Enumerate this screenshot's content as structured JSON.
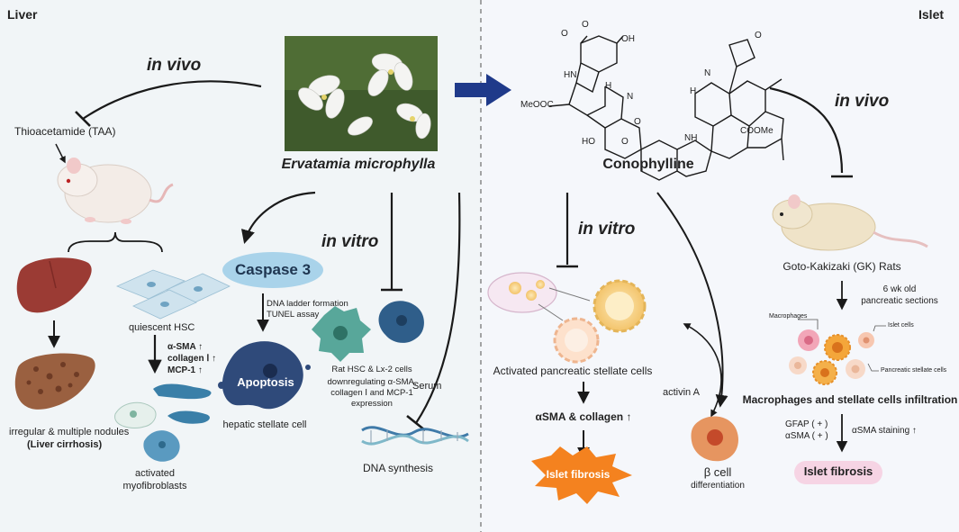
{
  "left_panel": {
    "title": "Liver",
    "in_vivo_label": "in vivo",
    "toxin_label": "Thioacetamide (TAA)",
    "quiescent_label": "quiescent HSC",
    "markers_line1": "α-SMA ↑",
    "markers_line2": "collagen Ⅰ ↑",
    "markers_line3": "MCP-1 ↑",
    "nodules_line1": "irregular & multiple nodules",
    "nodules_line2": "(Liver cirrhosis)",
    "myofibro_line1": "activated",
    "myofibro_line2": "myofibroblasts",
    "caspase_label": "Caspase 3",
    "dna_ladder_line1": "DNA ladder formation",
    "dna_ladder_line2": "TUNEL assay",
    "apoptosis_label": "Apoptosis",
    "hsc_label": "hepatic stellate cell",
    "in_vitro_label": "in vitro",
    "rat_cells_label": "Rat HSC & Lx-2 cells",
    "downreg_line1": "downregulating α-SMA,",
    "downreg_line2": "collagen Ⅰ and MCP-1",
    "downreg_line3": "expression",
    "serum_label": "Serum",
    "dna_synthesis_label": "DNA synthesis"
  },
  "center": {
    "plant_name": "Ervatamia microphylla",
    "compound_name": "Conophylline",
    "struct_labels": {
      "meo_top1": "O",
      "meo_top2": "O",
      "oh_top": "OH",
      "hn": "HN",
      "h1": "H",
      "n1": "N",
      "meooc": "MeOOC",
      "ho": "HO",
      "o_ring": "O",
      "o_ring2": "O",
      "nh": "NH",
      "cooMe": "COOMe",
      "h2": "H",
      "n2": "N",
      "o_epox": "O"
    }
  },
  "right_panel": {
    "title": "Islet",
    "in_vivo_label": "in vivo",
    "in_vitro_label": "in vitro",
    "psc_label": "Activated pancreatic stellate cells",
    "asma_collagen": "αSMA & collagen ↑",
    "islet_fibrosis_burst": "Islet fibrosis",
    "activin_label": "activin A",
    "beta_line1": "β cell",
    "beta_line2": "differentiation",
    "gk_rats": "Goto-Kakizaki (GK) Rats",
    "sections_line1": "6 wk old",
    "sections_line2": "pancreatic sections",
    "macrophages_small": "Macrophages",
    "islet_cells_small": "Islet cells",
    "psc_small": "Pancreatic stellate cells",
    "infiltration_label": "Macrophages and stellate cells infiltration",
    "gfap": "GFAP ( + )",
    "asma_plus": "αSMA ( + )",
    "asma_staining": "αSMA staining ↑",
    "islet_fibrosis_badge": "Islet fibrosis"
  },
  "colors": {
    "arrow_dark": "#1a1a1a",
    "caspase_fill": "#a9d3ea",
    "burst_fill": "#f4821f",
    "badge_fill": "#f6d4e4",
    "big_arrow": "#1f3a8a",
    "liver": "#9b3b34",
    "hsc_cell": "#3a7fa8"
  }
}
